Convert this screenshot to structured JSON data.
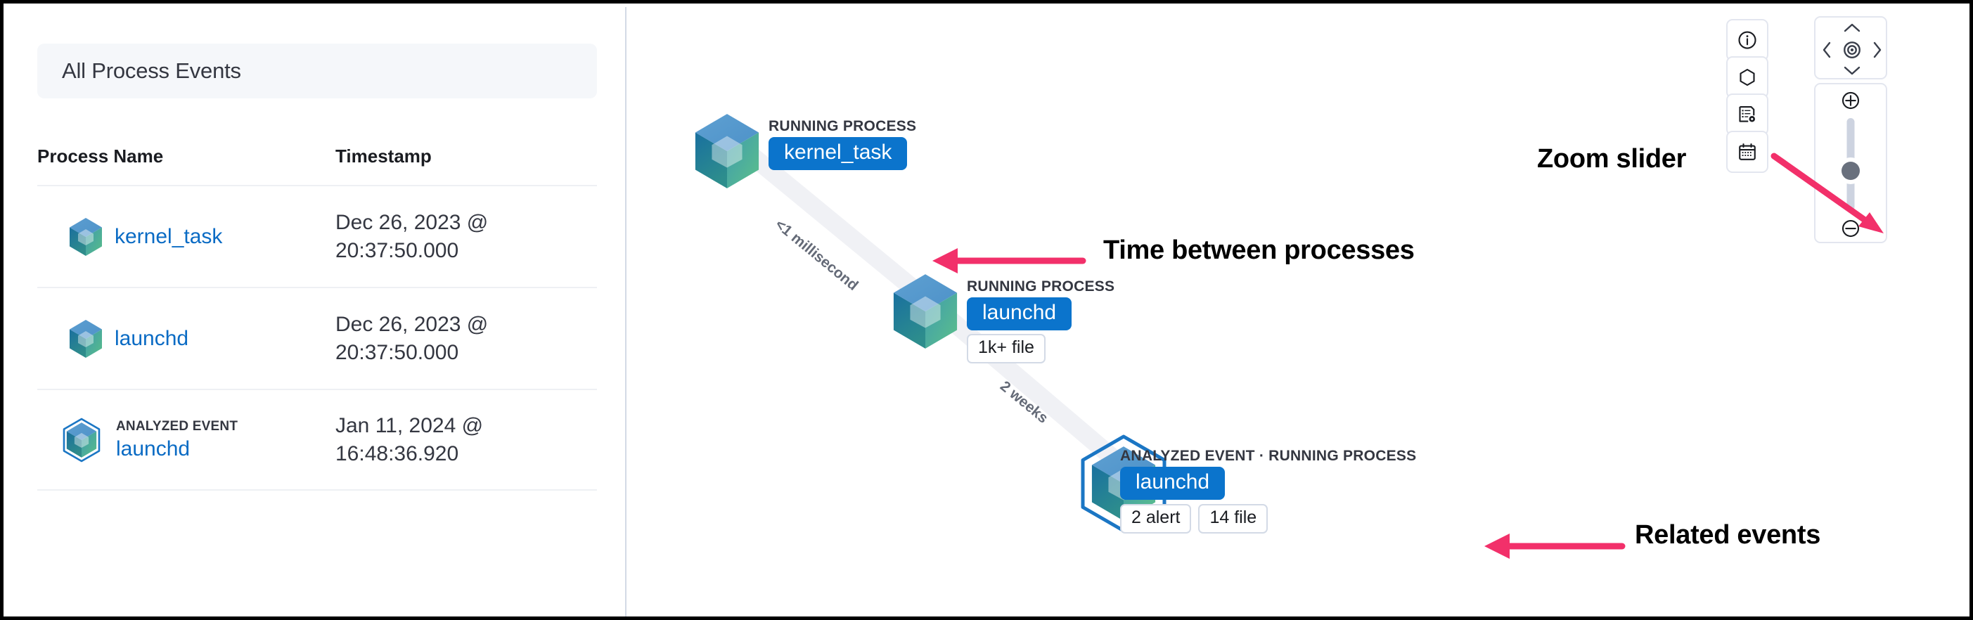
{
  "left_panel": {
    "header_title": "All Process Events",
    "table": {
      "columns": [
        "Process Name",
        "Timestamp"
      ],
      "rows": [
        {
          "event_type": "",
          "process_name": "kernel_task",
          "icon": "process-cube-icon",
          "timestamp_line1": "Dec 26, 2023 @",
          "timestamp_line2": "20:37:50.000"
        },
        {
          "event_type": "",
          "process_name": "launchd",
          "icon": "process-cube-icon",
          "timestamp_line1": "Dec 26, 2023 @",
          "timestamp_line2": "20:37:50.000"
        },
        {
          "event_type": "ANALYZED EVENT",
          "process_name": "launchd",
          "icon": "analyzed-event-cube-icon",
          "timestamp_line1": "Jan 11, 2024 @",
          "timestamp_line2": "16:48:36.920"
        }
      ]
    }
  },
  "graph": {
    "nodes": [
      {
        "id": "kernel_task",
        "type_label": "RUNNING PROCESS",
        "name": "kernel_task",
        "icon": "process-cube-icon",
        "analyzed": false,
        "badges": []
      },
      {
        "id": "launchd-1",
        "type_label": "RUNNING PROCESS",
        "name": "launchd",
        "icon": "process-cube-icon",
        "analyzed": false,
        "badges": [
          "1k+ file"
        ]
      },
      {
        "id": "launchd-2",
        "type_label": "ANALYZED EVENT · RUNNING PROCESS",
        "name": "launchd",
        "icon": "analyzed-event-cube-icon",
        "analyzed": true,
        "badges": [
          "2 alert",
          "14 file"
        ]
      }
    ],
    "edges": [
      {
        "from": "kernel_task",
        "to": "launchd-1",
        "label": "<1 millisecond"
      },
      {
        "from": "launchd-1",
        "to": "launchd-2",
        "label": "2 weeks"
      }
    ]
  },
  "toolbar": {
    "buttons": [
      {
        "name": "info-icon",
        "tooltip": "Info"
      },
      {
        "name": "hexagon-icon",
        "tooltip": "Node legend"
      },
      {
        "name": "list-settings-icon",
        "tooltip": "Analyzer settings"
      },
      {
        "name": "calendar-icon",
        "tooltip": "Date picker"
      }
    ],
    "pad": {
      "up": "chevron-up-icon",
      "left": "chevron-left-icon",
      "center": "center-target-icon",
      "right": "chevron-right-icon",
      "down": "chevron-down-icon"
    },
    "zoom": {
      "zoom_in": "plus-circle-icon",
      "zoom_out": "minus-circle-icon",
      "slider_value_pct": 43
    }
  },
  "annotations": [
    {
      "id": "zoom-slider",
      "text": "Zoom slider"
    },
    {
      "id": "time-between-processes",
      "text": "Time between processes"
    },
    {
      "id": "related-events",
      "text": "Related events"
    }
  ],
  "colors": {
    "accent_blue": "#0b74cc",
    "link_blue": "#0a6bc4",
    "annotation_pink": "#f2306a",
    "edge_gray": "#f0f1f5",
    "border_gray": "#d3dae6",
    "header_bg": "#f5f7fa",
    "text_dark": "#343741"
  }
}
